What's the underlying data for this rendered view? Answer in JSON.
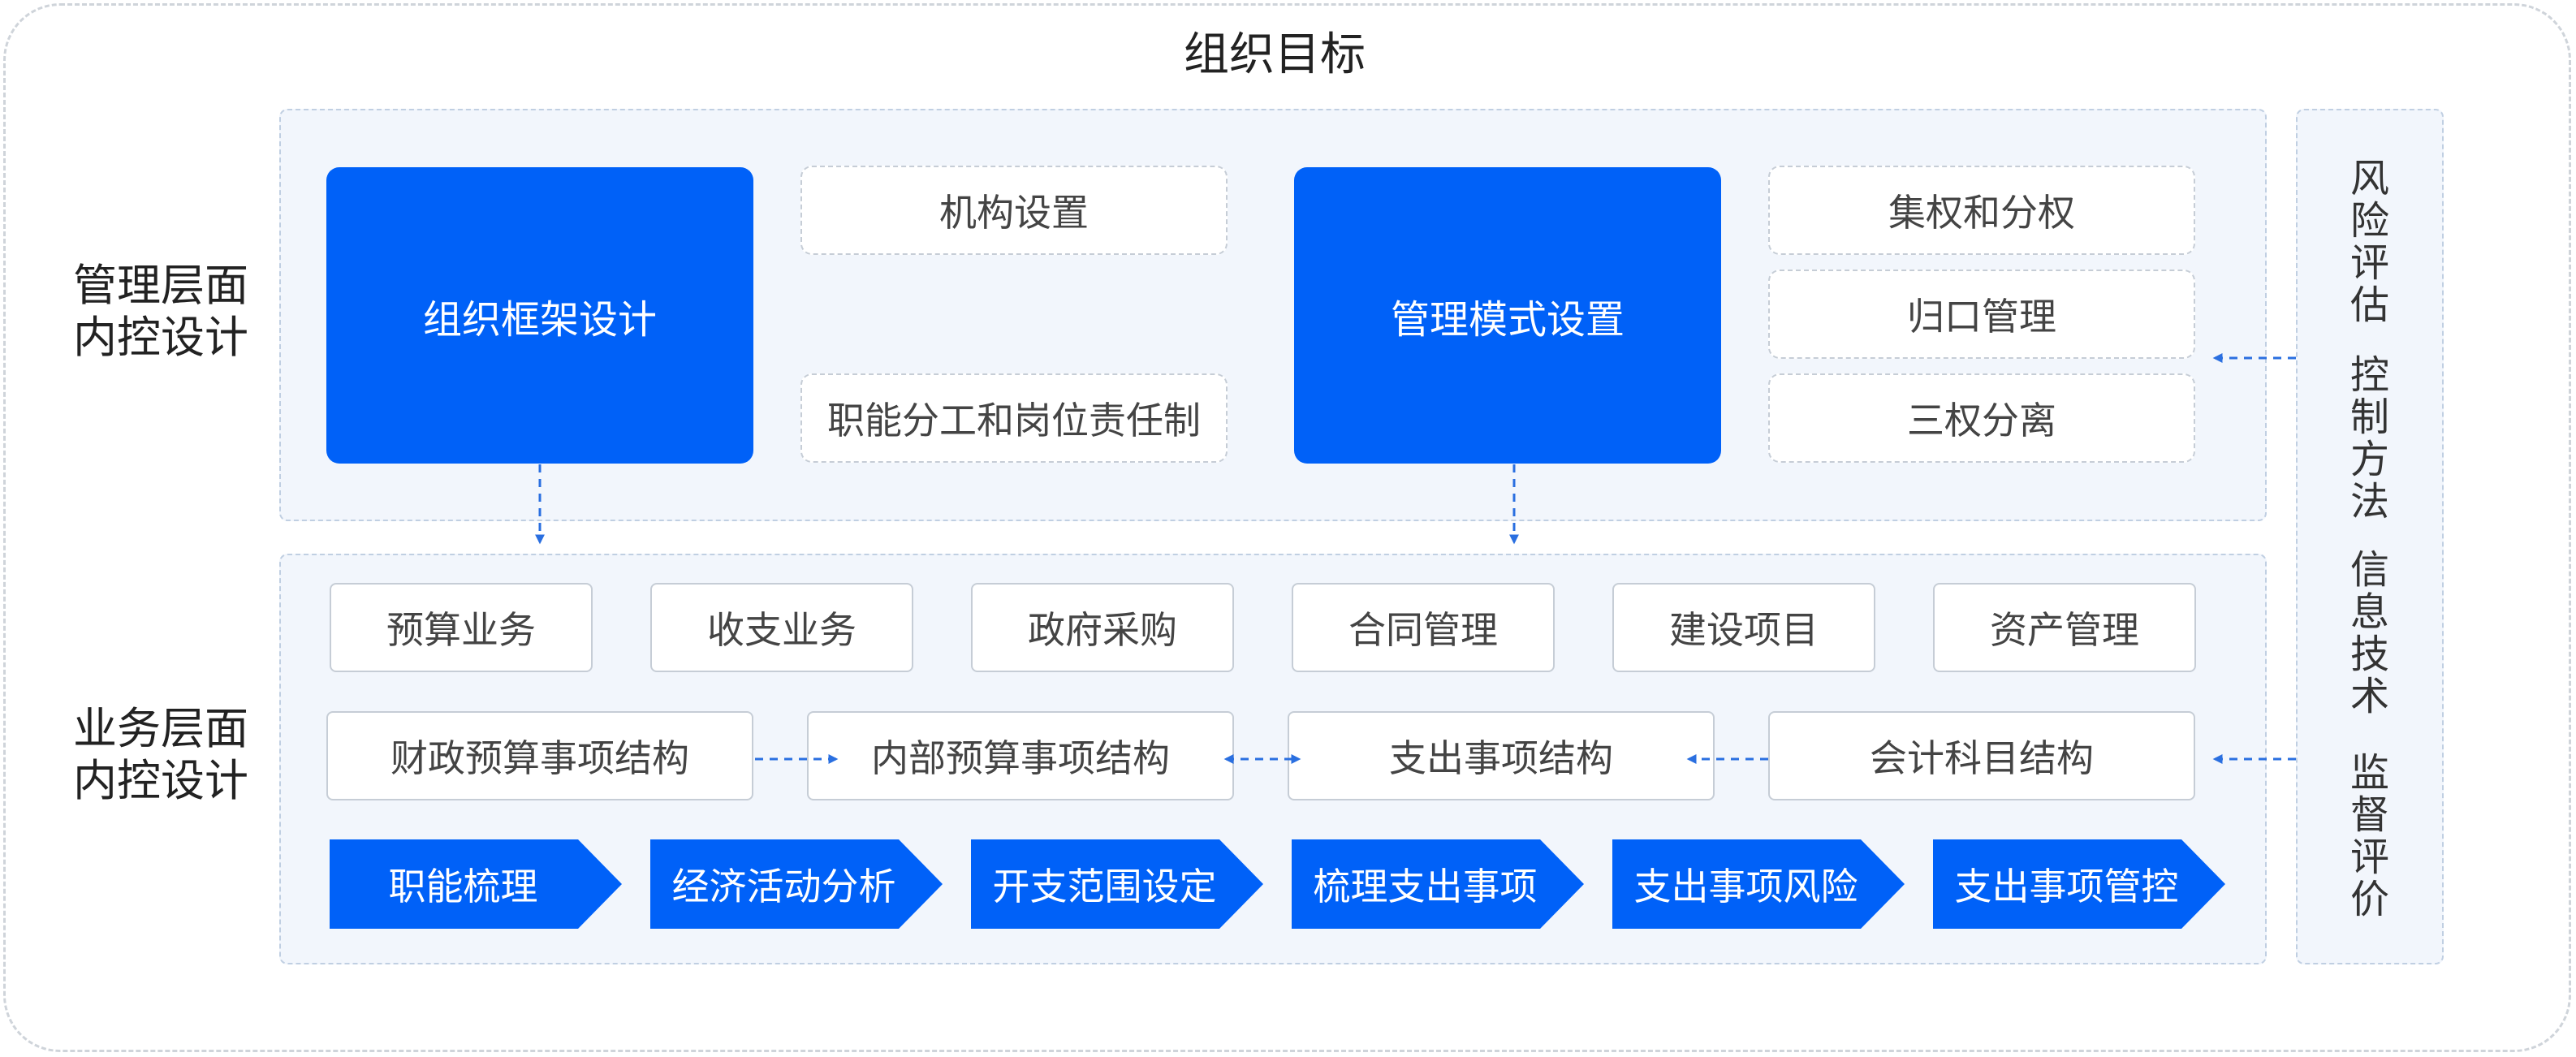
{
  "title": "组织目标",
  "left_labels": {
    "management": [
      "管理层面",
      "内控设计"
    ],
    "business": [
      "业务层面",
      "内控设计"
    ]
  },
  "management": {
    "main_boxes": [
      "组织框架设计",
      "管理模式设置"
    ],
    "org_items": [
      "机构设置",
      "职能分工和岗位责任制"
    ],
    "mode_items": [
      "集权和分权",
      "归口管理",
      "三权分离"
    ]
  },
  "business": {
    "row1": [
      "预算业务",
      "收支业务",
      "政府采购",
      "合同管理",
      "建设项目",
      "资产管理"
    ],
    "row2": [
      "财政预算事项结构",
      "内部预算事项结构",
      "支出事项结构",
      "会计科目结构"
    ],
    "row3": [
      "职能梳理",
      "经济活动分析",
      "开支范围设定",
      "梳理支出事项",
      "支出事项风险",
      "支出事项管控"
    ]
  },
  "right_column": [
    "风险评估",
    "控制方法",
    "信息技术",
    "监督评价"
  ],
  "colors": {
    "accent": "#0061f8",
    "arrow": "#2a6fe0",
    "panel_bg": "#f2f6fc"
  }
}
